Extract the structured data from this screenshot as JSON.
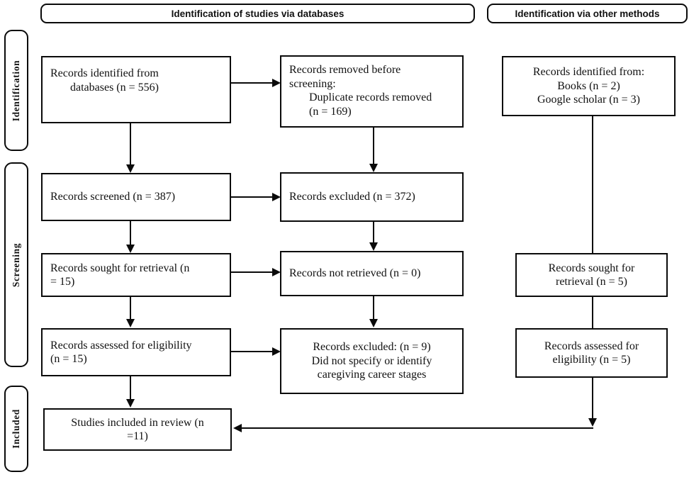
{
  "colors": {
    "line": "#0a0a0a",
    "text": "#111111",
    "background": "#ffffff"
  },
  "headers": {
    "databases": "Identification of studies via databases",
    "other_methods": "Identification via other methods"
  },
  "sidebar": {
    "identification": "Identification",
    "screening": "Screening",
    "included": "Included"
  },
  "boxes": {
    "identified_db": {
      "lines": [
        "Records identified from",
        "databases (n = 556)"
      ]
    },
    "removed_before": {
      "lines": [
        "Records removed before",
        "screening:",
        "Duplicate records removed",
        "(n = 169)"
      ]
    },
    "identified_other": {
      "lines": [
        "Records identified from:",
        "Books (n = 2)",
        "Google scholar (n = 3)"
      ]
    },
    "screened": {
      "lines": [
        "Records screened (n = 387)"
      ]
    },
    "excluded": {
      "lines": [
        "Records excluded (n = 372)"
      ]
    },
    "sought_db": {
      "lines": [
        "Records sought for retrieval (n",
        "= 15)"
      ]
    },
    "not_retrieved": {
      "lines": [
        "Records not retrieved (n = 0)"
      ]
    },
    "sought_other": {
      "lines": [
        "Records sought for",
        "retrieval (n = 5)"
      ]
    },
    "assessed_db": {
      "lines": [
        "Records assessed for eligibility",
        "(n = 15)"
      ]
    },
    "excluded_reasons": {
      "lines": [
        "Records excluded: (n = 9)",
        "Did not specify or identify",
        "caregiving career stages"
      ]
    },
    "assessed_other": {
      "lines": [
        "Records assessed for",
        "eligibility (n = 5)"
      ]
    },
    "included_review": {
      "lines": [
        "Studies included in review (n",
        "=11)"
      ]
    }
  }
}
